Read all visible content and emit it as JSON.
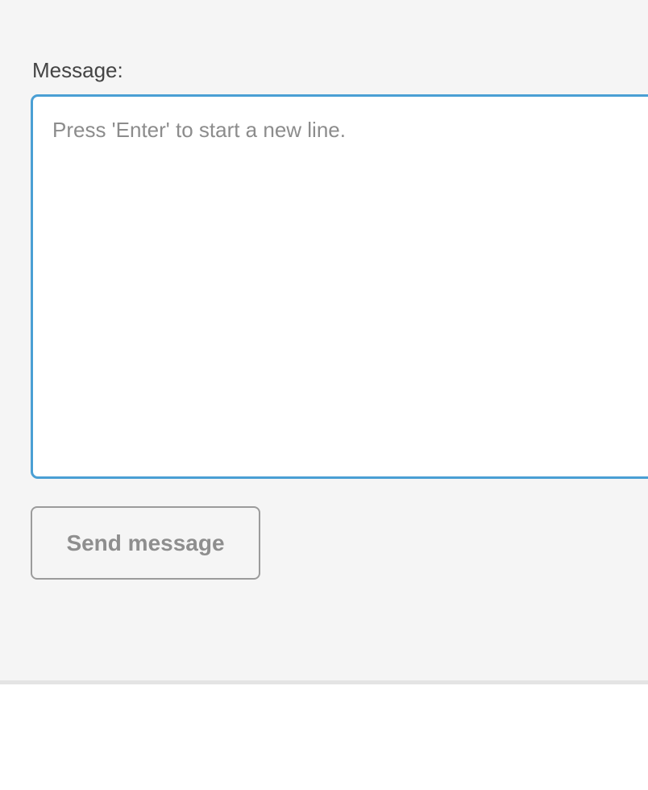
{
  "form": {
    "label": "Message:",
    "textarea": {
      "value": "",
      "placeholder": "Press 'Enter' to start a new line."
    },
    "send_button_label": "Send message"
  },
  "colors": {
    "page_bg": "#f5f5f5",
    "focus_border": "#4a9fd4",
    "divider": "#e4e4e4",
    "label_text": "#444444",
    "placeholder_text": "#8c8c8c",
    "button_text": "#8e8e8e",
    "button_border": "#9b9b9b",
    "footer_bg": "#ffffff"
  }
}
